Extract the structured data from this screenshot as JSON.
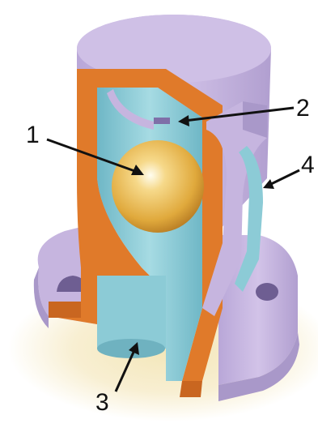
{
  "diagram": {
    "callouts": [
      {
        "id": "1",
        "label": "1",
        "target": "ball"
      },
      {
        "id": "2",
        "label": "2",
        "target": "orifice"
      },
      {
        "id": "3",
        "label": "3",
        "target": "inlet"
      },
      {
        "id": "4",
        "label": "4",
        "target": "outlet-passage"
      }
    ]
  },
  "colors": {
    "body": "#c6b5df",
    "body_shade": "#a998c9",
    "cut_section": "#e07a2a",
    "interior": "#8ccbd6",
    "ball": "#e8b44a",
    "ground": "#f6ecc8"
  }
}
